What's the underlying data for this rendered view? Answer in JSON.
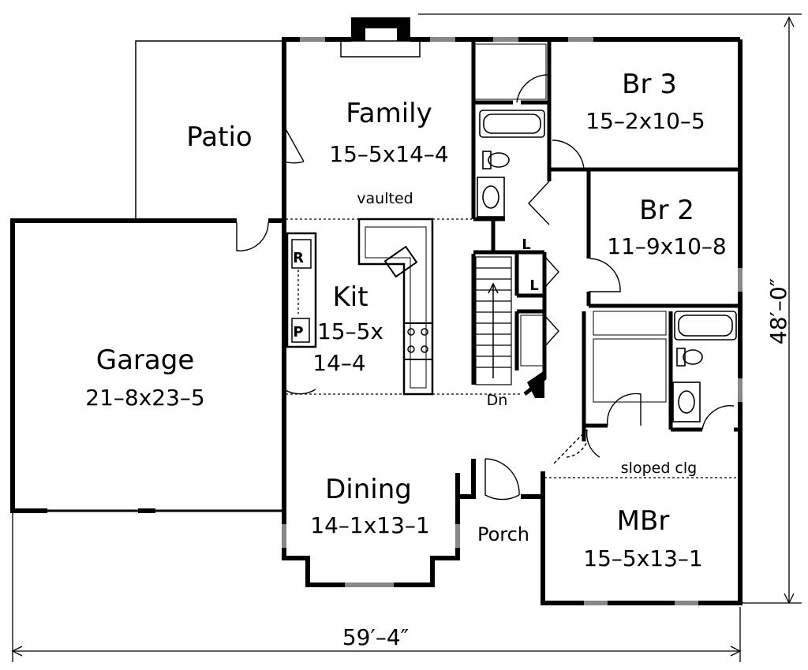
{
  "rooms": {
    "patio": {
      "name": "Patio"
    },
    "family": {
      "name": "Family",
      "size": "15–5x14–4",
      "note": "vaulted"
    },
    "br3": {
      "name": "Br 3",
      "size": "15–2x10–5"
    },
    "br2": {
      "name": "Br 2",
      "size": "11–9x10–8"
    },
    "kitchen": {
      "name": "Kit",
      "size_line1": "15–5x",
      "size_line2": "14–4"
    },
    "garage": {
      "name": "Garage",
      "size": "21–8x23–5"
    },
    "dining": {
      "name": "Dining",
      "size": "14–1x13–1"
    },
    "porch": {
      "name": "Porch"
    },
    "master": {
      "name": "MBr",
      "size": "15–5x13–1",
      "note": "sloped clg"
    }
  },
  "fixtures": {
    "refrigerator": "R",
    "pantry": "P",
    "linen_upper": "L",
    "linen_lower": "L",
    "stair_down": "Dn"
  },
  "dimensions": {
    "width": "59′–4″",
    "depth": "48′–0″"
  }
}
